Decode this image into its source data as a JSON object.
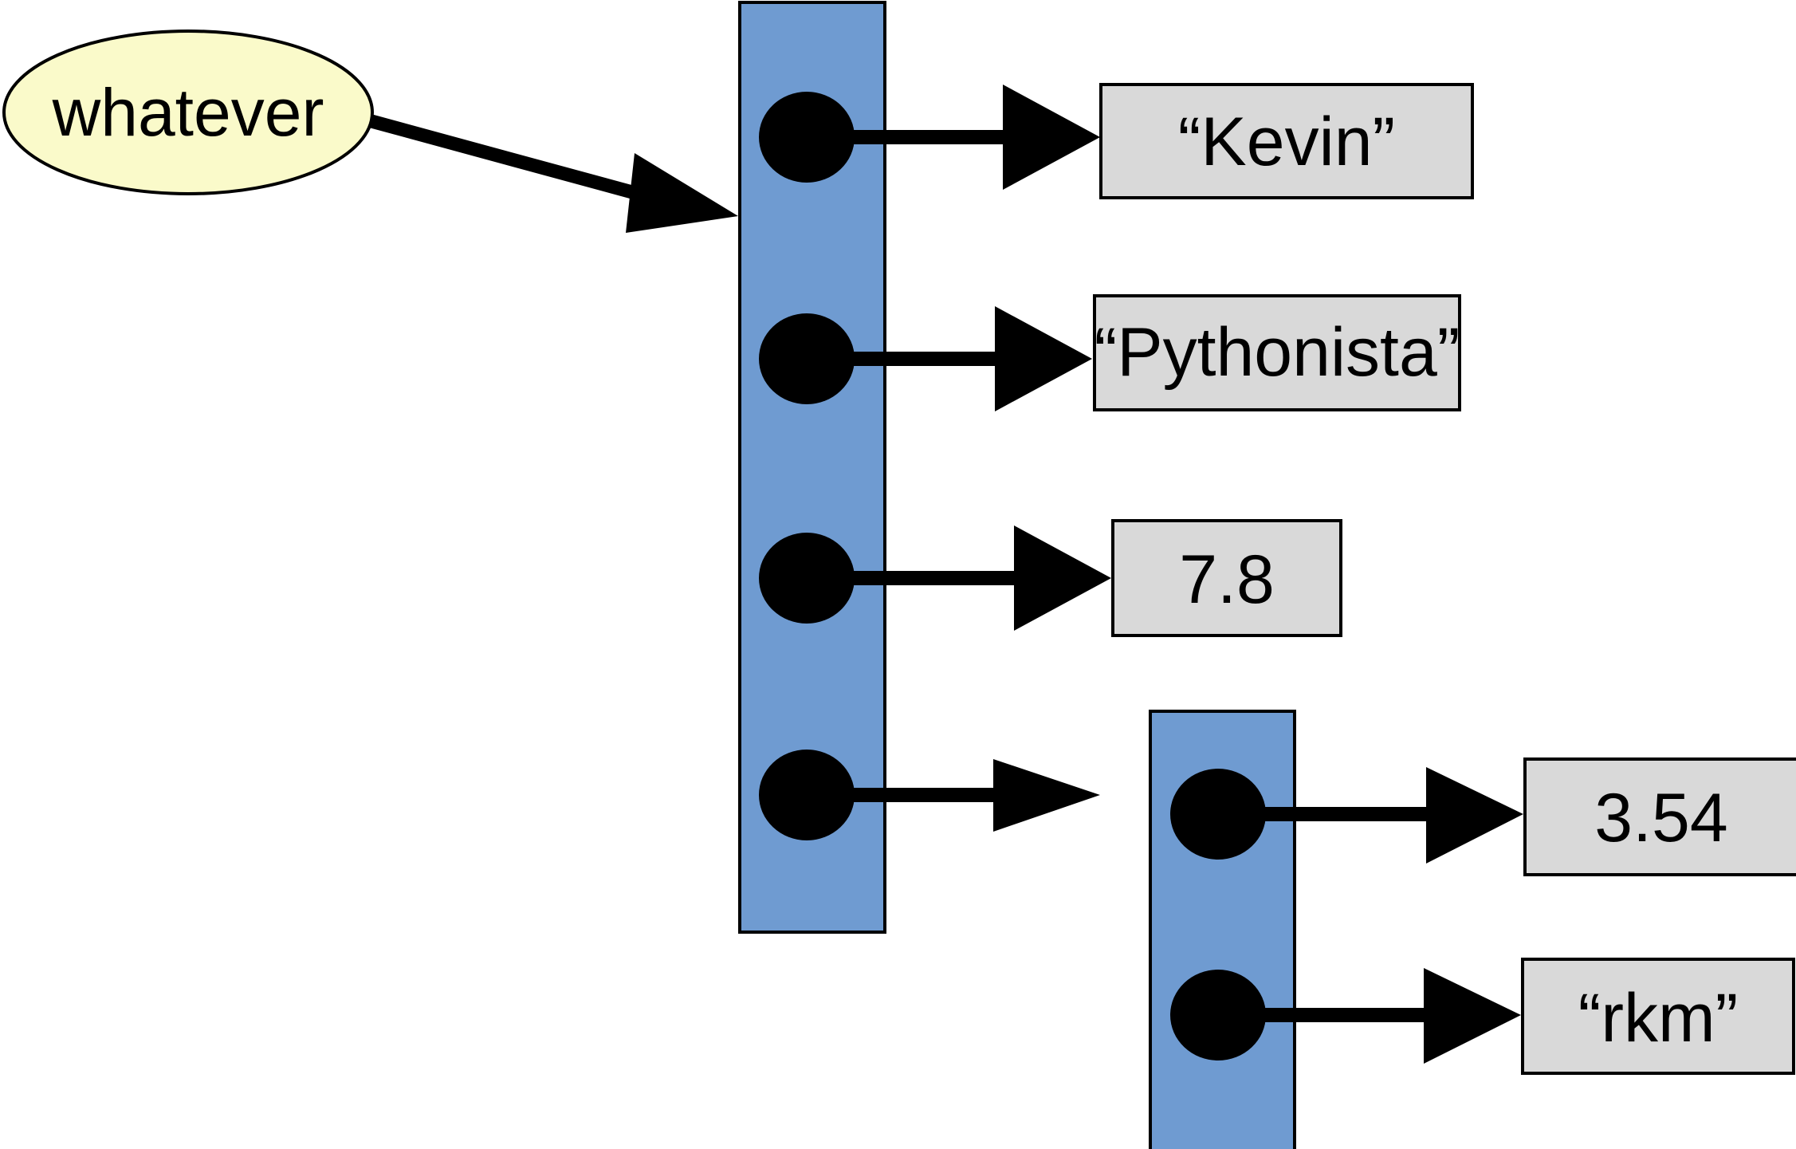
{
  "diagram": {
    "title": "python-object-reference-diagram",
    "type": "object-reference-diagram",
    "background_color": "#ffffff",
    "colors": {
      "variable_ellipse_fill": "#FAFACA",
      "container_fill": "#6F9BD1",
      "value_box_fill": "#D9D9D9",
      "node_dot": "#000000",
      "stroke": "#000000"
    },
    "variable": {
      "label": "whatever",
      "shape": "ellipse"
    },
    "containers": [
      {
        "id": "outer-list",
        "shape": "rectangle",
        "nodes": [
          {
            "id": "node-0",
            "target": "value-kevin"
          },
          {
            "id": "node-1",
            "target": "value-pythonista"
          },
          {
            "id": "node-2",
            "target": "value-78"
          },
          {
            "id": "node-3",
            "target": "inner-list"
          }
        ]
      },
      {
        "id": "inner-list",
        "shape": "rectangle",
        "nodes": [
          {
            "id": "node-4",
            "target": "value-354"
          },
          {
            "id": "node-5",
            "target": "value-rkm"
          }
        ]
      }
    ],
    "values": [
      {
        "id": "value-kevin",
        "label": "“Kevin”",
        "shape": "rectangle"
      },
      {
        "id": "value-pythonista",
        "label": "“Pythonista”",
        "shape": "rectangle"
      },
      {
        "id": "value-78",
        "label": "7.8",
        "shape": "rectangle"
      },
      {
        "id": "value-354",
        "label": "3.54",
        "shape": "rectangle"
      },
      {
        "id": "value-rkm",
        "label": "“rkm”",
        "shape": "rectangle"
      }
    ],
    "edges": [
      {
        "id": "edge-variable-to-outer",
        "from": "whatever",
        "to": "outer-list"
      },
      {
        "id": "edge-node0",
        "from": "node-0",
        "to": "value-kevin"
      },
      {
        "id": "edge-node1",
        "from": "node-1",
        "to": "value-pythonista"
      },
      {
        "id": "edge-node2",
        "from": "node-2",
        "to": "value-78"
      },
      {
        "id": "edge-node3",
        "from": "node-3",
        "to": "inner-list"
      },
      {
        "id": "edge-node4",
        "from": "node-4",
        "to": "value-354"
      },
      {
        "id": "edge-node5",
        "from": "node-5",
        "to": "value-rkm"
      }
    ]
  }
}
